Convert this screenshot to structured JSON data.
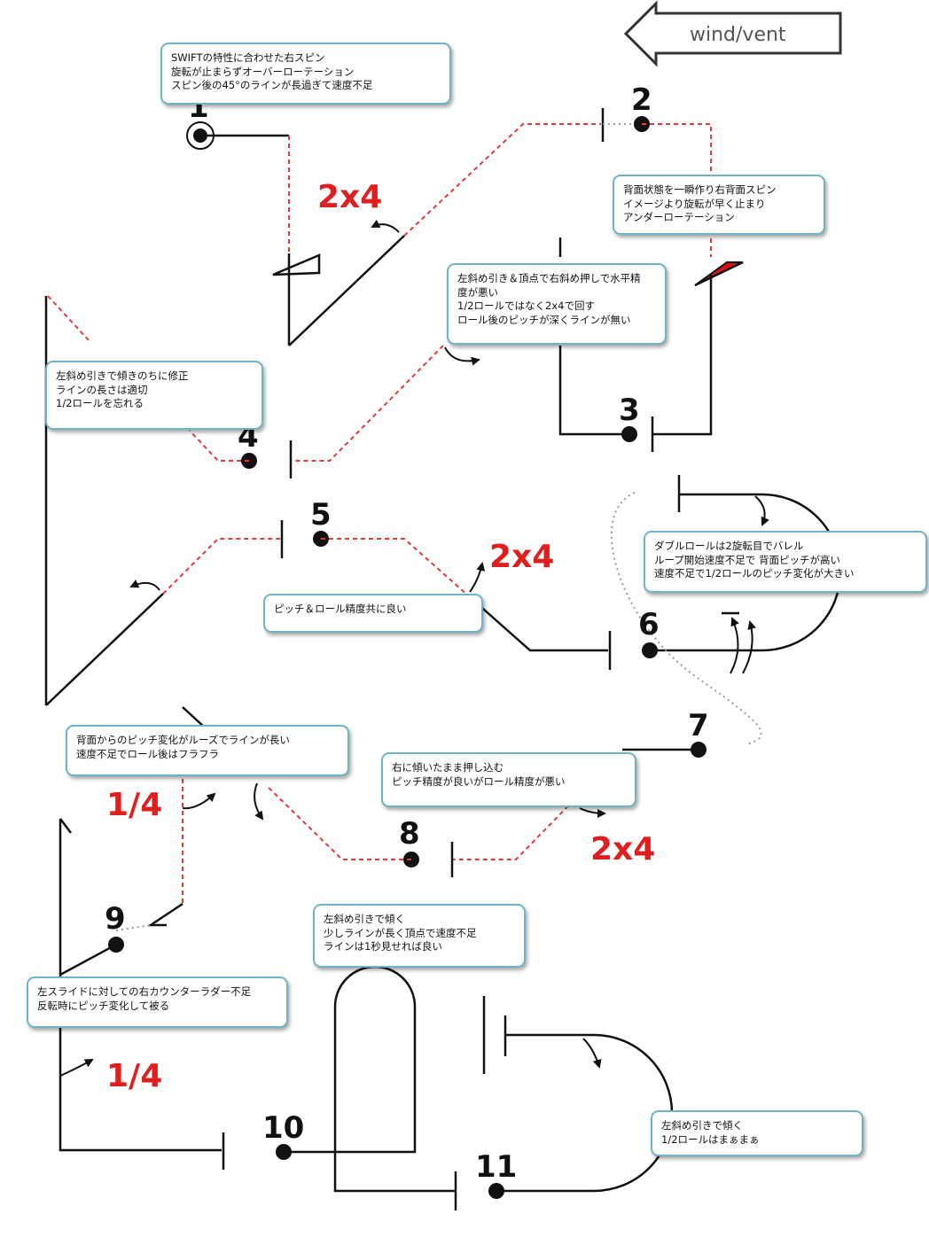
{
  "wind_label": "wind/vent",
  "figure_numbers": {
    "n1": "1",
    "n2": "2",
    "n3": "3",
    "n4": "4",
    "n5": "5",
    "n6": "6",
    "n7": "7",
    "n8": "8",
    "n9": "9",
    "n10": "10",
    "n11": "11"
  },
  "roll_marks": {
    "r1": "2x4",
    "r2": "2x4",
    "r3": "2x4",
    "q1": "1/4",
    "q2": "1/4"
  },
  "notes": {
    "n1": "SWIFTの特性に合わせた右スピン\n旋転が止まらずオーバーローテーション\nスピン後の45°のラインが長過ぎて速度不足",
    "n2": "背面状態を一瞬作り右背面スピン\nイメージより旋転が早く止まり\nアンダーローテーション",
    "n3": "左斜め引き＆頂点で右斜め押しで水平精\n度が悪い\n1/2ロールではなく2x4で回す\nロール後のピッチが深くラインが無い",
    "n4": "左斜め引きで傾きのちに修正\nラインの長さは適切\n1/2ロールを忘れる",
    "n5": "ダブルロールは2旋転目でバレル\nループ開始速度不足で 背面ピッチが高い\n速度不足で1/2ロールのピッチ変化が大きい",
    "n6": "ピッチ＆ロール精度共に良い",
    "n7": "背面からのピッチ変化がルーズでラインが長い\n速度不足でロール後はフラフラ",
    "n8": "右に傾いたまま押し込む\nピッチ精度が良いがロール精度が悪い",
    "n9": "左斜め引きで傾く\n少しラインが長く頂点で速度不足\nラインは1秒見せれば良い",
    "n10": "左スライドに対しての右カウンターラダー不足\n反転時にピッチ変化して被る",
    "n11": "左斜め引きで傾く\n1/2ロールはまぁまぁ"
  }
}
